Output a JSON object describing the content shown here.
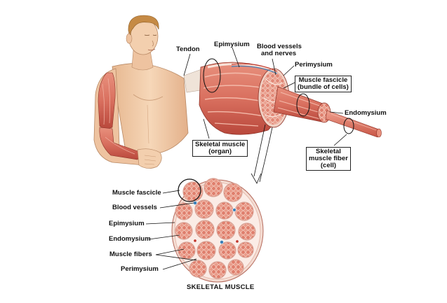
{
  "labels": {
    "tendon": "Tendon",
    "epimysium": "Epimysium",
    "blood_vessels_nerves_1": "Blood vessels",
    "blood_vessels_nerves_2": "and nerves",
    "perimysium": "Perimysium",
    "muscle_fascicle_1": "Muscle fascicle",
    "muscle_fascicle_2": "(bundle of cells)",
    "endomysium": "Endomysium",
    "skeletal_muscle_organ_1": "Skeletal muscle",
    "skeletal_muscle_organ_2": "(organ)",
    "skeletal_fiber_1": "Skeletal",
    "skeletal_fiber_2": "muscle fiber",
    "skeletal_fiber_3": "(cell)"
  },
  "cross_section_labels": {
    "muscle_fascicle": "Muscle fascicle",
    "blood_vessels": "Blood vessels",
    "epimysium": "Epimysium",
    "endomysium": "Endomysium",
    "muscle_fibers": "Muscle fibers",
    "perimysium": "Perimysium"
  },
  "caption": "SKELETAL MUSCLE",
  "colors": {
    "muscle": "#d9705f",
    "muscle_dark": "#b9483c",
    "skin": "#f3cfae",
    "hair": "#c58a45",
    "sheath": "#f6e6dc",
    "vessel_blue": "#3b7fb8"
  }
}
